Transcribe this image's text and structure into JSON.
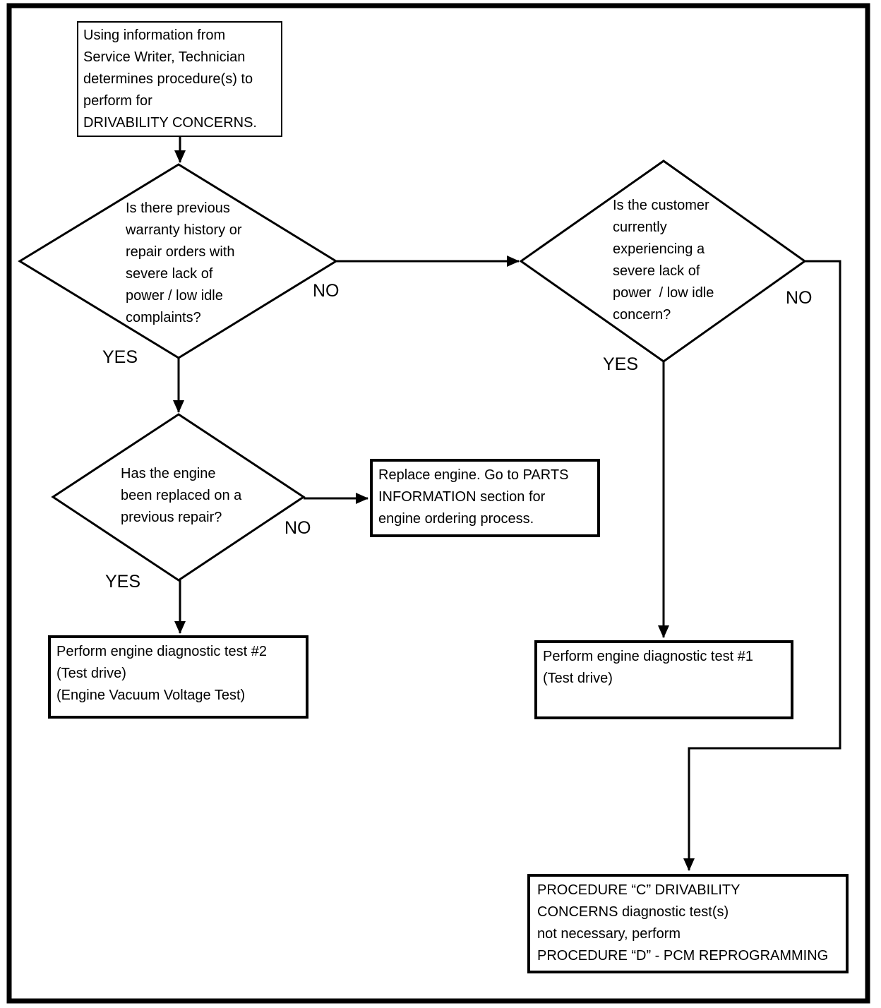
{
  "nodes": {
    "start": "Using information from\nService Writer, Technician\ndetermines procedure(s) to\nperform for\nDRIVABILITY CONCERNS.",
    "q_history": "Is there previous\nwarranty history or\nrepair orders with\nsevere lack of\npower / low idle\ncomplaints?",
    "q_customer": "Is the customer\ncurrently\nexperiencing a\nsevere lack of\npower  / low idle\nconcern?",
    "q_replaced": "Has the engine\nbeen replaced on a\nprevious repair?",
    "replace_engine": "Replace engine. Go to PARTS\nINFORMATION section for\nengine ordering process.",
    "test2": "Perform engine diagnostic test #2\n(Test drive)\n(Engine Vacuum Voltage Test)",
    "test1": "Perform engine diagnostic test #1\n(Test drive)",
    "procedure_c": "PROCEDURE “C” DRIVABILITY\nCONCERNS diagnostic test(s)\nnot necessary, perform\nPROCEDURE “D” - PCM REPROGRAMMING"
  },
  "labels": {
    "history_no": "NO",
    "history_yes": "YES",
    "customer_no": "NO",
    "customer_yes": "YES",
    "replaced_no": "NO",
    "replaced_yes": "YES"
  }
}
